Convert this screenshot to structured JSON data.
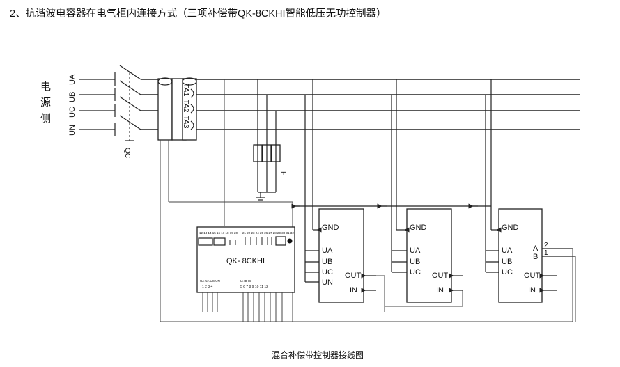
{
  "header": {
    "title": "2、抗谐波电容器在电气柜内连接方式（三项补偿带QK-8CKHI智能低压无功控制器）"
  },
  "source_side": {
    "chars": [
      "电",
      "源",
      "侧"
    ]
  },
  "phases": [
    "UA",
    "UB",
    "UC",
    "UN"
  ],
  "breaker_label": "QC",
  "ct_labels": [
    "TA1",
    "TA2",
    "TA3"
  ],
  "fuse_label": "F",
  "controller": {
    "name": "QK- 8CKHI",
    "top_terminals": "12 13 14 15 16 17 18 19 20",
    "top_terminals_right": "21 22 23 24 25 26 27 28 29 30 31 32",
    "bottom_labels": "UA UA UC UN",
    "bottom_numbers": "1 2 3 4",
    "bottom_right_labels": "IA IB IC",
    "bottom_right_numbers": "5 6 7 8 9 10 11 12"
  },
  "modules": [
    {
      "pins": [
        "GND",
        "UA",
        "UB",
        "UC",
        "UN",
        "OUT",
        "IN"
      ]
    },
    {
      "pins": [
        "GND",
        "UA",
        "UB",
        "UC",
        "OUT",
        "IN"
      ]
    },
    {
      "pins": [
        "GND",
        "UA",
        "UB",
        "UC",
        "OUT",
        "IN",
        "A",
        "B"
      ],
      "rs485_numbers": [
        "2",
        "1"
      ]
    }
  ],
  "caption": "混合补偿带控制器接线图"
}
